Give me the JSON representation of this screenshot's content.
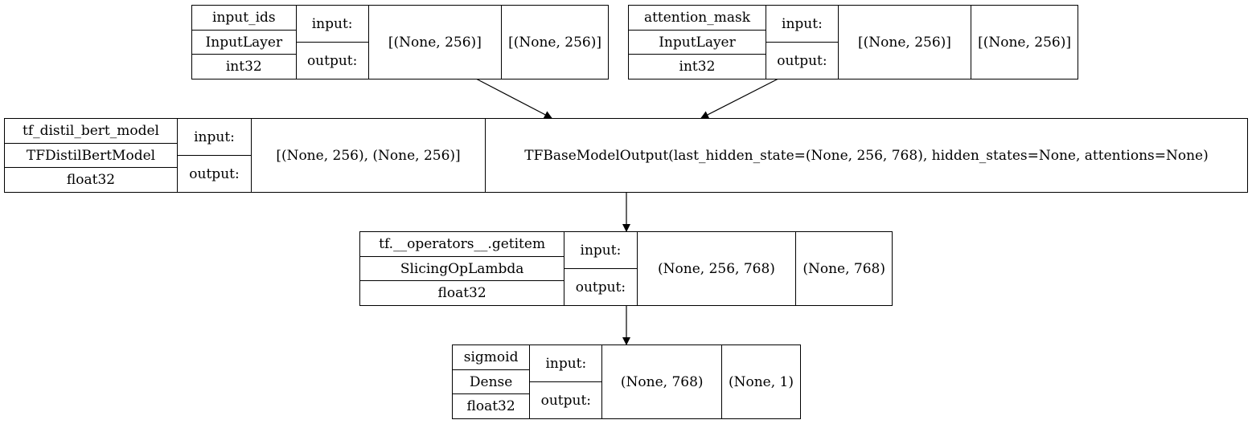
{
  "io_labels": {
    "input": "input:",
    "output": "output:"
  },
  "nodes": [
    {
      "name": "input_ids",
      "type": "InputLayer",
      "dtype": "int32",
      "input_shape": "[(None, 256)]",
      "output_shape": "[(None, 256)]"
    },
    {
      "name": "attention_mask",
      "type": "InputLayer",
      "dtype": "int32",
      "input_shape": "[(None, 256)]",
      "output_shape": "[(None, 256)]"
    },
    {
      "name": "tf_distil_bert_model",
      "type": "TFDistilBertModel",
      "dtype": "float32",
      "input_shape": "[(None, 256), (None, 256)]",
      "output_shape": "TFBaseModelOutput(last_hidden_state=(None, 256, 768), hidden_states=None, attentions=None)"
    },
    {
      "name": "tf.__operators__.getitem",
      "type": "SlicingOpLambda",
      "dtype": "float32",
      "input_shape": "(None, 256, 768)",
      "output_shape": "(None, 768)"
    },
    {
      "name": "sigmoid",
      "type": "Dense",
      "dtype": "float32",
      "input_shape": "(None, 768)",
      "output_shape": "(None, 1)"
    }
  ],
  "edges": [
    {
      "from": "input_ids",
      "to": "tf_distil_bert_model"
    },
    {
      "from": "attention_mask",
      "to": "tf_distil_bert_model"
    },
    {
      "from": "tf_distil_bert_model",
      "to": "tf.__operators__.getitem"
    },
    {
      "from": "tf.__operators__.getitem",
      "to": "sigmoid"
    }
  ]
}
